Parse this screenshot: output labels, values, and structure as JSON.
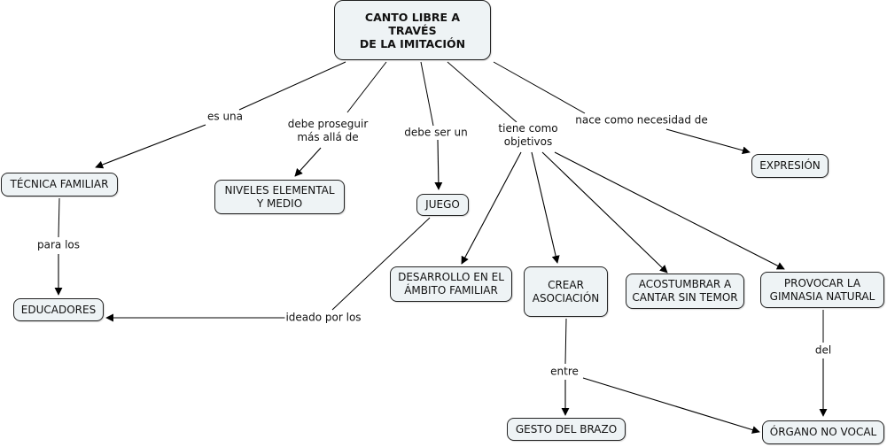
{
  "concept_map": {
    "nodes": [
      {
        "id": "root",
        "label": "CANTO LIBRE A TRAVÉS\nDE LA IMITACIÓN",
        "root": true
      },
      {
        "id": "tecnica",
        "label": "TÉCNICA FAMILIAR"
      },
      {
        "id": "niveles",
        "label": "NIVELES ELEMENTAL\nY MEDIO"
      },
      {
        "id": "juego",
        "label": "JUEGO"
      },
      {
        "id": "expresion",
        "label": "EXPRESIÓN"
      },
      {
        "id": "educadores",
        "label": "EDUCADORES"
      },
      {
        "id": "desarrollo",
        "label": "DESARROLLO EN EL\nÁMBITO FAMILIAR"
      },
      {
        "id": "crear",
        "label": "CREAR\nASOCIACIÓN"
      },
      {
        "id": "acostumbrar",
        "label": "ACOSTUMBRAR A\nCANTAR SIN TEMOR"
      },
      {
        "id": "provocar",
        "label": "PROVOCAR LA\nGIMNASIA NATURAL"
      },
      {
        "id": "gesto",
        "label": "GESTO DEL BRAZO"
      },
      {
        "id": "organo",
        "label": "ÓRGANO NO VOCAL"
      }
    ],
    "links": [
      {
        "id": "l_esuna",
        "label": "es una",
        "from": "root",
        "to": [
          "tecnica"
        ]
      },
      {
        "id": "l_debepros",
        "label": "debe proseguir\nmás allá de",
        "from": "root",
        "to": [
          "niveles"
        ]
      },
      {
        "id": "l_debeser",
        "label": "debe ser un",
        "from": "root",
        "to": [
          "juego"
        ]
      },
      {
        "id": "l_tiene",
        "label": "tiene como\nobjetivos",
        "from": "root",
        "to": [
          "desarrollo",
          "crear",
          "acostumbrar",
          "provocar"
        ]
      },
      {
        "id": "l_nace",
        "label": "nace como necesidad de",
        "from": "root",
        "to": [
          "expresion"
        ]
      },
      {
        "id": "l_para",
        "label": "para los",
        "from": "tecnica",
        "to": [
          "educadores"
        ]
      },
      {
        "id": "l_ideado",
        "label": "ideado por los",
        "from": "juego",
        "to": [
          "educadores"
        ]
      },
      {
        "id": "l_entre",
        "label": "entre",
        "from": "crear",
        "to": [
          "gesto",
          "organo"
        ]
      },
      {
        "id": "l_del",
        "label": "del",
        "from": "provocar",
        "to": [
          "organo"
        ]
      }
    ]
  }
}
